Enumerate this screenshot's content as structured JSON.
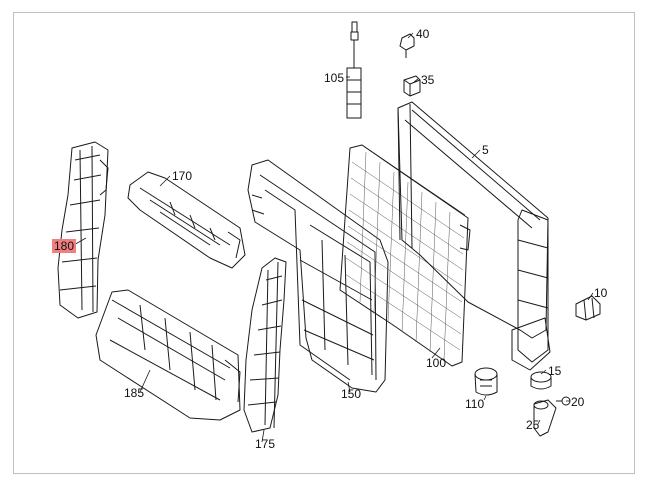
{
  "colors": {
    "highlight": "#f08080",
    "line": "#1a1a1a",
    "frame": "#bfbfbf"
  },
  "parts": [
    {
      "id": "p180",
      "label": "180",
      "highlighted": true
    },
    {
      "id": "p170",
      "label": "170",
      "highlighted": false
    },
    {
      "id": "p185",
      "label": "185",
      "highlighted": false
    },
    {
      "id": "p175",
      "label": "175",
      "highlighted": false
    },
    {
      "id": "p150",
      "label": "150",
      "highlighted": false
    },
    {
      "id": "p105",
      "label": "105",
      "highlighted": false
    },
    {
      "id": "p40",
      "label": "40",
      "highlighted": false
    },
    {
      "id": "p35",
      "label": "35",
      "highlighted": false
    },
    {
      "id": "p5",
      "label": "5",
      "highlighted": false
    },
    {
      "id": "p100",
      "label": "100",
      "highlighted": false
    },
    {
      "id": "p10",
      "label": "10",
      "highlighted": false
    },
    {
      "id": "p15",
      "label": "15",
      "highlighted": false
    },
    {
      "id": "p110",
      "label": "110",
      "highlighted": false
    },
    {
      "id": "p20",
      "label": "20",
      "highlighted": false
    },
    {
      "id": "p25",
      "label": "25",
      "highlighted": false
    }
  ]
}
